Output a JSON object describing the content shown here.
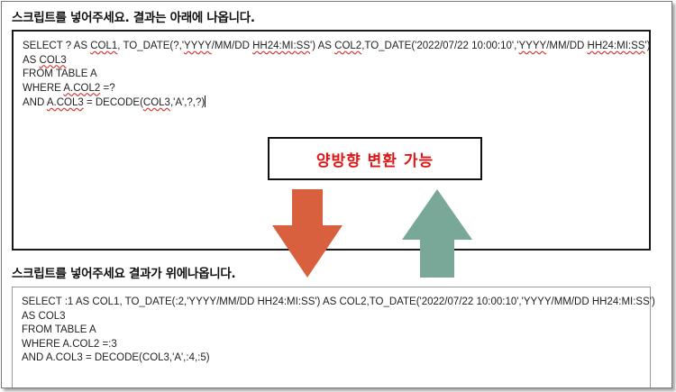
{
  "input_section": {
    "label": "스크립트를 넣어주세요. 결과는 아래에 나옵니다.",
    "line1": "SELECT ? AS COL1, TO_DATE(?,'YYYY/MM/DD HH24:MI:SS') AS COL2,TO_DATE('2022/07/22 10:00:10','YYYY/MM/DD HH24:MI:SS')",
    "line2": "AS COL3",
    "line3": "FROM TABLE A",
    "line4": "WHERE A.COL2 =?",
    "line5": "AND A.COL3 = DECODE(COL3,'A',?,?)"
  },
  "output_section": {
    "label": "스크립트를 넣어주세요 결과가 위에나옵니다.",
    "line1": "SELECT :1 AS COL1, TO_DATE(:2,'YYYY/MM/DD HH24:MI:SS') AS COL2,TO_DATE('2022/07/22 10:00:10','YYYY/MM/DD HH24:MI:SS')",
    "line2": "AS COL3",
    "line3": "FROM TABLE A",
    "line4": "WHERE A.COL2 =:3",
    "line5": "AND A.COL3 = DECODE(COL3,'A',:4,:5)"
  },
  "callout": {
    "text": "양방향 변환 가능"
  },
  "colors": {
    "down_arrow": "#d9603f",
    "up_arrow": "#7aa898",
    "callout_text": "#e01515"
  },
  "icons": {
    "down": "down-arrow-icon",
    "up": "up-arrow-icon"
  }
}
